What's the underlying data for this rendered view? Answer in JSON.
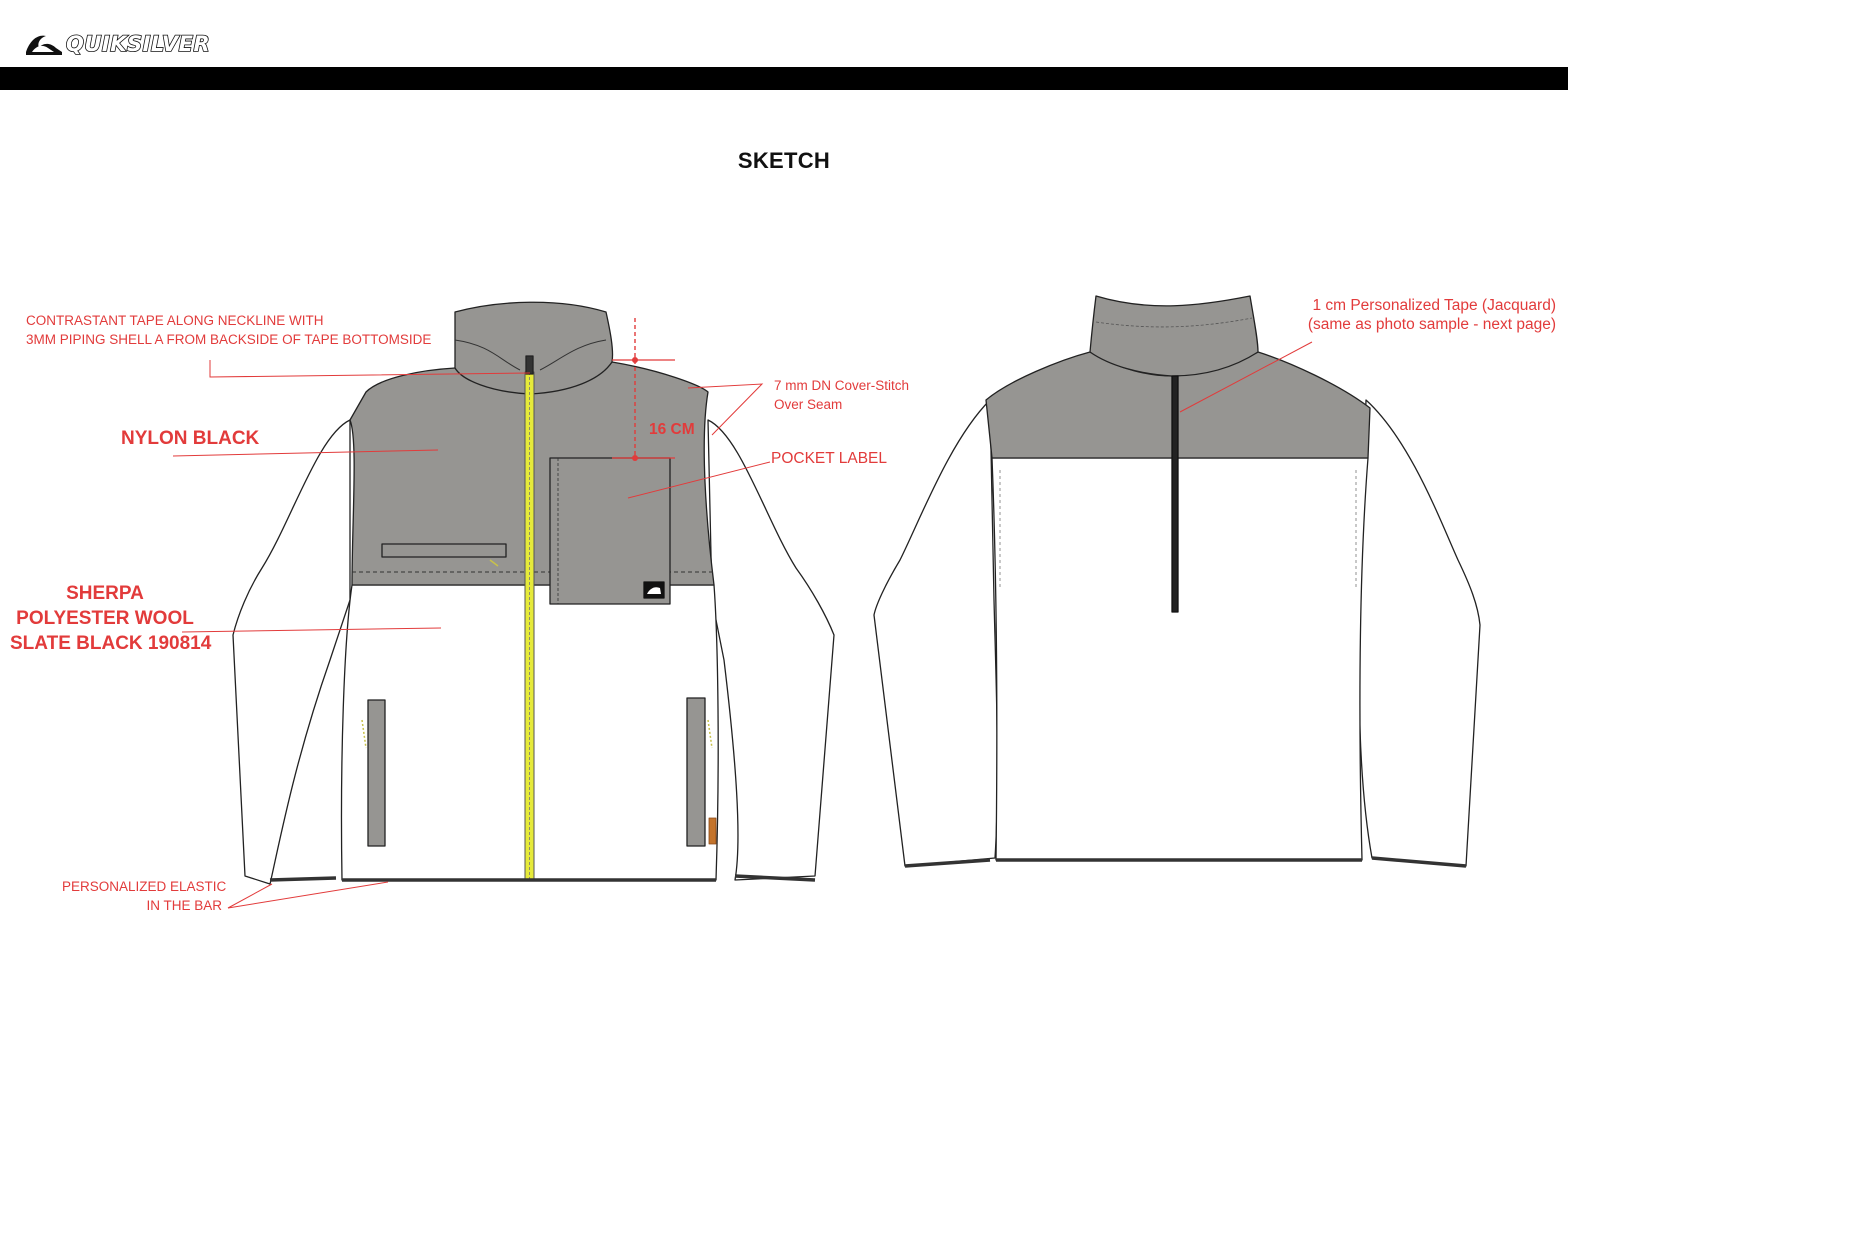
{
  "brand": {
    "name": "QUIKSILVER"
  },
  "page": {
    "title": "SKETCH"
  },
  "annotations": {
    "neckline_tape": [
      "CONTRASTANT TAPE ALONG NECKLINE WITH",
      "3MM PIPING SHELL A FROM BACKSIDE OF TAPE BOTTOMSIDE"
    ],
    "nylon": "NYLON BLACK",
    "sherpa": [
      "SHERPA",
      "POLYESTER WOOL",
      "SLATE BLACK 190814"
    ],
    "elastic": [
      "PERSONALIZED ELASTIC",
      "IN THE BAR"
    ],
    "cover_stitch": [
      "7 mm DN Cover-Stitch",
      "Over Seam"
    ],
    "measure": "16 CM",
    "pocket_label": "POCKET LABEL",
    "personalized_tape": [
      "1 cm Personalized Tape (Jacquard)",
      "(same as photo sample - next page)"
    ]
  },
  "colors": {
    "annotation_red": "#e23b3b",
    "nylon_gray": "#969592",
    "zipper_yellow": "#e6ea3a",
    "header_bar": "#000000"
  }
}
